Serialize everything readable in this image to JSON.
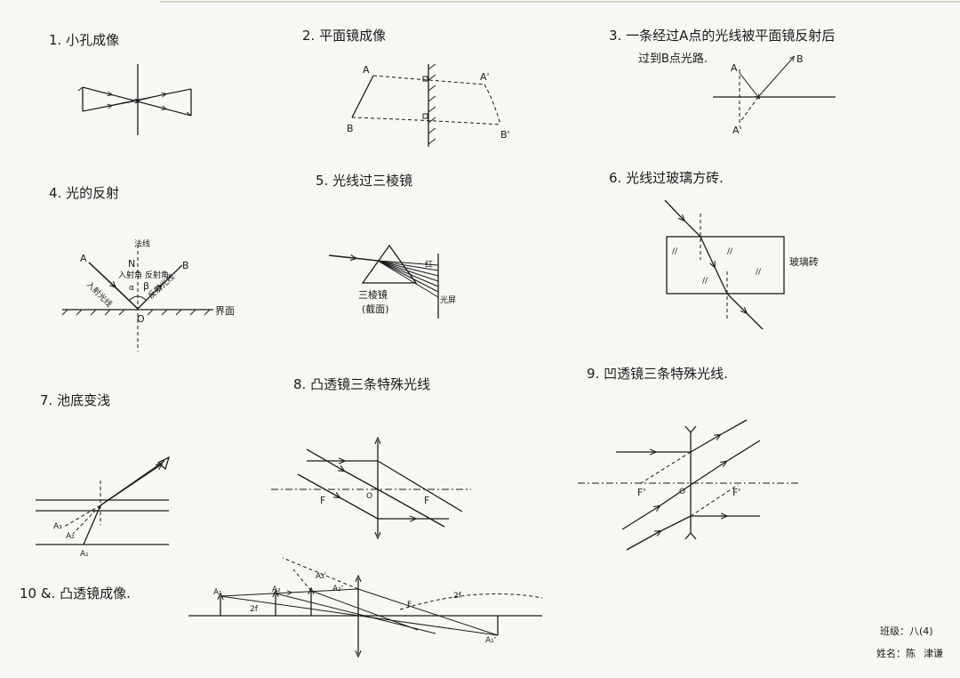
{
  "titles": {
    "t1": "1. 小孔成像",
    "t2": "2. 平面镜成像",
    "t3_line1": "3. 一条经过A点的光线被平面镜反射后",
    "t3_line2": "过到B点光路.",
    "t4": "4. 光的反射",
    "t5": "5. 光线过三棱镜",
    "t6": "6. 光线过玻璃方砖.",
    "t7": "7. 池底变浅",
    "t8": "8. 凸透镜三条特殊光线",
    "t9": "9. 凹透镜三条特殊光线.",
    "t10": "10 &. 凸透镜成像."
  },
  "labels": {
    "A": "A",
    "A_prime": "A'",
    "B": "B",
    "B_prime": "B'",
    "N": "N",
    "O": "O",
    "F": "F",
    "F_prime": "F'",
    "beta": "β",
    "alpha": "α",
    "two_f": "2f",
    "normal": "法线",
    "incident_ray": "入射光线",
    "reflected_ray": "反射光线",
    "incident_angle": "入射角",
    "reflect_angle": "反射角",
    "interface": "界面",
    "prism": "三棱镜",
    "prism_section": "(截面)",
    "screen": "光屏",
    "red": "红",
    "glass_brick": "玻璃砖",
    "parallel": "//",
    "A1": "A₁",
    "A2": "A₂",
    "A3": "A₃",
    "A3p": "A₃'",
    "A2p": "A₂'",
    "A1p": "A₁'"
  },
  "footer": {
    "class_label": "班级：八(4)",
    "name_label": "姓名：陈",
    "name_tail": "津谦"
  }
}
